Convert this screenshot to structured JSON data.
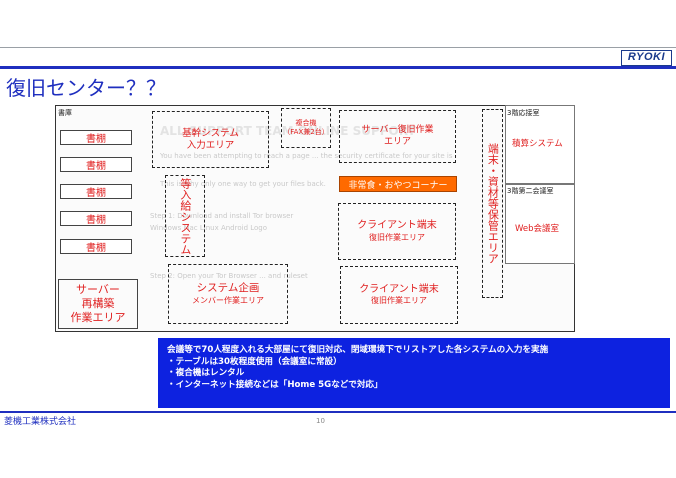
{
  "header": {
    "logo": "RYOKI",
    "title": "復旧センター？？"
  },
  "floor": {
    "library_label": "書庫",
    "shelves": [
      "書棚",
      "書棚",
      "書棚",
      "書棚",
      "書棚"
    ],
    "server_rebuild": [
      "サーバー",
      "再構築",
      "作業エリア"
    ],
    "core_system": [
      "基幹システム",
      "入力エリア"
    ],
    "copier": [
      "複合機",
      "（FAX兼2台）"
    ],
    "server_recovery": [
      "サーバー復旧作業",
      "エリア"
    ],
    "emergency_food": "非常食・おやつコーナー",
    "salary_system": "等入給システム",
    "client1": [
      "クライアント端末",
      "復旧作業エリア"
    ],
    "client2": [
      "クライアント端末",
      "復旧作業エリア"
    ],
    "system_planning": [
      "システム企画",
      "メンバー作業エリア"
    ],
    "terminal_storage": "端末・資材等保管エリア",
    "room3": {
      "label": "3階応接室",
      "system": "積算システム"
    },
    "room3b": {
      "label": "3階第二会議室",
      "system": "Web会議室"
    },
    "ghost": {
      "heading": "ALL SUPPORT TEAM ONLINE SUPPORT",
      "l1": "You have been attempting to reach a page ... the security certificate for your site is",
      "l2": "This is why only one way to get your files back.",
      "l3": "Step 1: Download and install Tor browser",
      "l4": "Step 2: Open your Tor Browser ... and ruleset",
      "l5": "Windows  Mac  Linux  Android  Logo"
    }
  },
  "notice": {
    "lines": [
      "会議等で70人程度入れる大部屋にて復旧対応、閉域環境下でリストアした各システムの入力を実施",
      "・テーブルは30枚程度使用（会議室に常設）",
      "・複合機はレンタル",
      "・インターネット接続などは「Home 5Gなどで対応」"
    ]
  },
  "footer": {
    "company": "菱機工業株式会社",
    "page": "10"
  },
  "colors": {
    "accent": "#1f2fbf",
    "notice_bg": "#0d22e0",
    "label_red": "#e02020",
    "emergency_bg": "#ff6a00"
  }
}
